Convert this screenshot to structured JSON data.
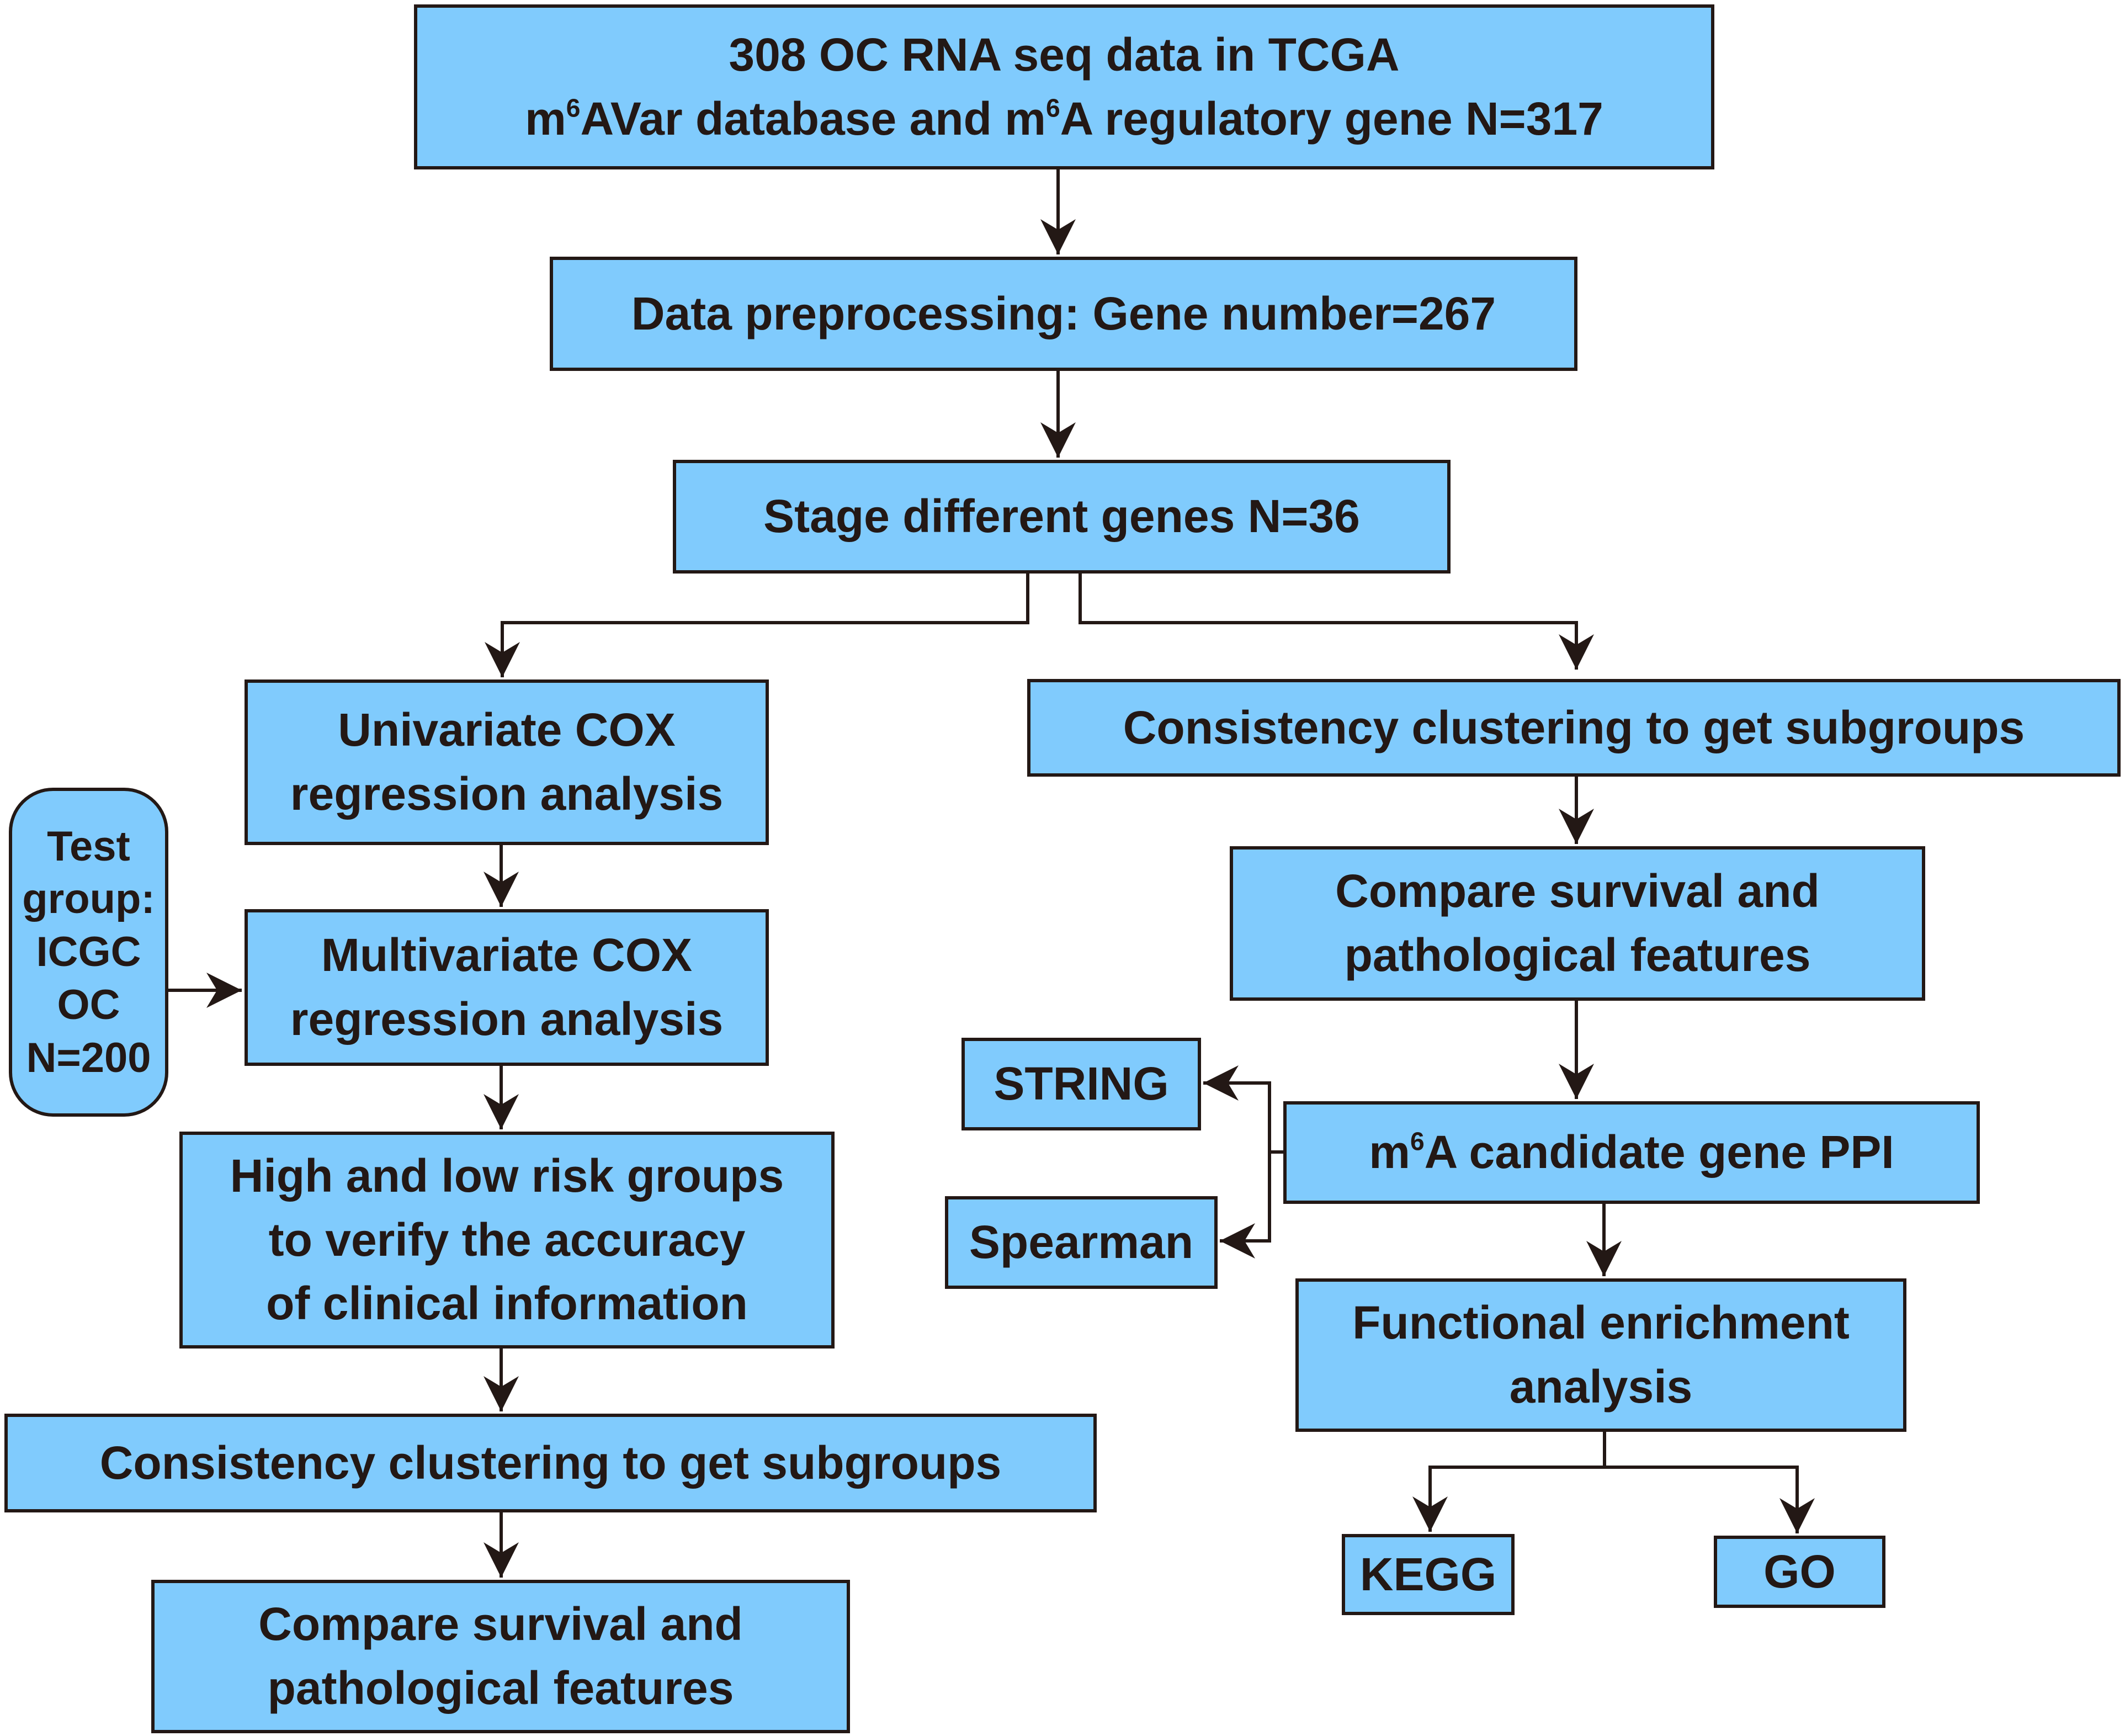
{
  "colors": {
    "box_fill": "#80cbfd",
    "stroke": "#231815",
    "background": "#ffffff"
  },
  "nodes": {
    "source": {
      "line1": "308 OC RNA seq data in TCGA",
      "line2_m": "m",
      "line2_sup1": "6",
      "line2_mid": "AVar database and m",
      "line2_sup2": "6",
      "line2_end": "A regulatory gene N=317"
    },
    "preprocessing": {
      "text": "Data preprocessing: Gene number=267"
    },
    "stage_genes": {
      "text": "Stage different genes N=36"
    },
    "univariate": {
      "line1": "Univariate COX",
      "line2": "regression analysis"
    },
    "test_group": {
      "lines": [
        "Test",
        "group:",
        "ICGC",
        "OC",
        "N=200"
      ]
    },
    "multivariate": {
      "line1": "Multivariate COX",
      "line2": "regression analysis"
    },
    "risk_groups": {
      "line1": "High and low risk groups",
      "line2": "to verify the accuracy",
      "line3": "of clinical information"
    },
    "left_clustering": {
      "text": "Consistency clustering to get subgroups"
    },
    "left_compare": {
      "line1": "Compare survival and",
      "line2": "pathological features"
    },
    "right_clustering": {
      "text": "Consistency clustering to get subgroups"
    },
    "right_compare": {
      "line1": "Compare survival and",
      "line2": "pathological features"
    },
    "ppi": {
      "prefix": "m",
      "sup": "6",
      "rest": "A candidate gene PPI"
    },
    "string": {
      "text": "STRING"
    },
    "spearman": {
      "text": "Spearman"
    },
    "enrichment": {
      "line1": "Functional enrichment",
      "line2": "analysis"
    },
    "kegg": {
      "text": "KEGG"
    },
    "go": {
      "text": "GO"
    }
  }
}
